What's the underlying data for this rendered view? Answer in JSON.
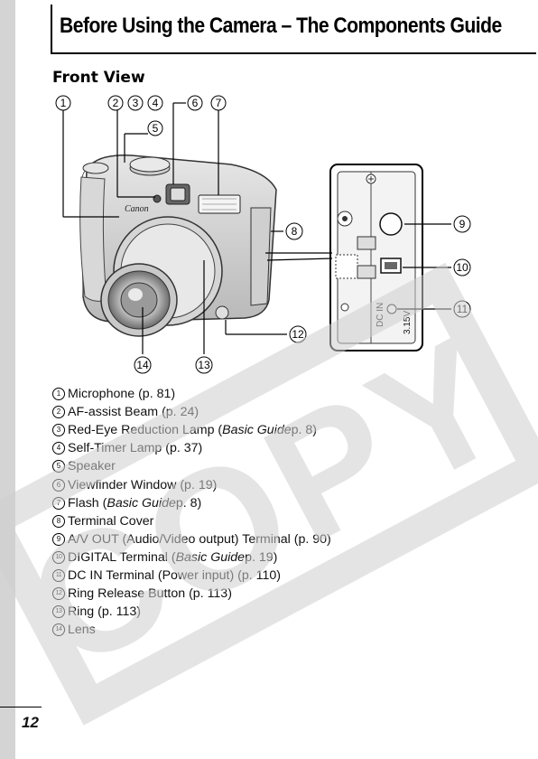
{
  "header": {
    "title": "Before Using the Camera – The Components Guide"
  },
  "section": {
    "title": "Front View"
  },
  "figure": {
    "callouts": [
      "1",
      "2",
      "3",
      "4",
      "5",
      "6",
      "7",
      "8",
      "9",
      "10",
      "11",
      "12",
      "13",
      "14"
    ],
    "camera_brand": "Canon",
    "port_label_dc": "DC IN",
    "port_label_voltage": "3.15V"
  },
  "parts": [
    {
      "num": "1",
      "pre": "Microphone (p. 81)",
      "italic": "",
      "post": ""
    },
    {
      "num": "2",
      "pre": "AF-assist Beam (p. 24)",
      "italic": "",
      "post": ""
    },
    {
      "num": "3",
      "pre": "Red-Eye Reduction Lamp (",
      "italic": "Basic Guide",
      "post": " p. 8)"
    },
    {
      "num": "4",
      "pre": "Self-Timer Lamp (p. 37)",
      "italic": "",
      "post": ""
    },
    {
      "num": "5",
      "pre": "Speaker",
      "italic": "",
      "post": ""
    },
    {
      "num": "6",
      "pre": "Viewfinder Window (p. 19)",
      "italic": "",
      "post": ""
    },
    {
      "num": "7",
      "pre": "Flash (",
      "italic": "Basic Guide",
      "post": " p. 8)"
    },
    {
      "num": "8",
      "pre": "Terminal Cover",
      "italic": "",
      "post": ""
    },
    {
      "num": "9",
      "pre": "A/V OUT (Audio/Video output) Terminal (p. 90)",
      "italic": "",
      "post": ""
    },
    {
      "num": "10",
      "pre": "DIGITAL Terminal (",
      "italic": "Basic Guide",
      "post": " p. 19)"
    },
    {
      "num": "11",
      "pre": "DC IN Terminal (Power input) (p. 110)",
      "italic": "",
      "post": ""
    },
    {
      "num": "12",
      "pre": "Ring Release Button (p. 113)",
      "italic": "",
      "post": ""
    },
    {
      "num": "13",
      "pre": "Ring (p. 113)",
      "italic": "",
      "post": ""
    },
    {
      "num": "14",
      "pre": "Lens",
      "italic": "",
      "post": ""
    }
  ],
  "footer": {
    "page_number": "12"
  },
  "watermark": {
    "text": "COPY",
    "color": "#c8c8c8"
  }
}
